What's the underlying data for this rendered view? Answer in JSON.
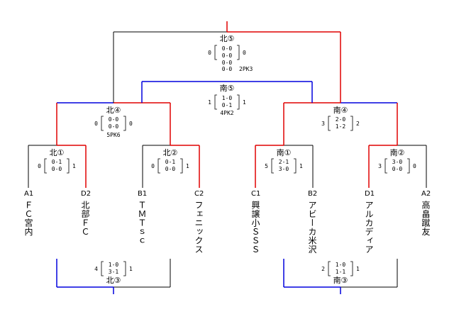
{
  "colors": {
    "winner_line": "#e00000",
    "blue_line": "#0000dd",
    "line": "#000000"
  },
  "teams": [
    {
      "seed": "A1",
      "name": "ＦＣ宮内"
    },
    {
      "seed": "D2",
      "name": "北部ＦＣ"
    },
    {
      "seed": "B1",
      "name": "ＴＭＴｓｃ"
    },
    {
      "seed": "C2",
      "name": "フェニックス"
    },
    {
      "seed": "C1",
      "name": "興譲小ＳＳＳ"
    },
    {
      "seed": "B2",
      "name": "アビーカ米沢"
    },
    {
      "seed": "D1",
      "name": "アルカディア"
    },
    {
      "seed": "A2",
      "name": "高畠蹴友"
    }
  ],
  "matches": {
    "kita1": {
      "title": "北①",
      "left": "0",
      "right": "1",
      "scores": [
        "0-1",
        "0-0"
      ]
    },
    "kita2": {
      "title": "北②",
      "left": "0",
      "right": "1",
      "scores": [
        "0-1",
        "0-0"
      ]
    },
    "minami1": {
      "title": "南①",
      "left": "5",
      "right": "1",
      "scores": [
        "2-1",
        "3-0"
      ]
    },
    "minami2": {
      "title": "南②",
      "left": "3",
      "right": "0",
      "scores": [
        "3-0",
        "0-0"
      ]
    },
    "kita4": {
      "title": "北④",
      "left": "0",
      "right": "0",
      "scores": [
        "0-0",
        "0-0"
      ],
      "pk": "5PK6"
    },
    "minami4": {
      "title": "南④",
      "left": "3",
      "right": "2",
      "scores": [
        "2-0",
        "1-2"
      ]
    },
    "minami5": {
      "title": "南⑤",
      "left": "1",
      "right": "1",
      "scores": [
        "1-0",
        "0-1"
      ],
      "pk": "4PK2"
    },
    "kita5": {
      "title": "北⑤",
      "left": "0",
      "right": "0",
      "scores": [
        "0-0",
        "0-0",
        "0-0",
        "0-0"
      ],
      "pk": "2PK3"
    },
    "kita3": {
      "title": "北③",
      "left": "4",
      "right": "1",
      "scores": [
        "1-0",
        "3-1"
      ]
    },
    "minami3": {
      "title": "南③",
      "left": "2",
      "right": "1",
      "scores": [
        "1-0",
        "1-1"
      ]
    }
  }
}
